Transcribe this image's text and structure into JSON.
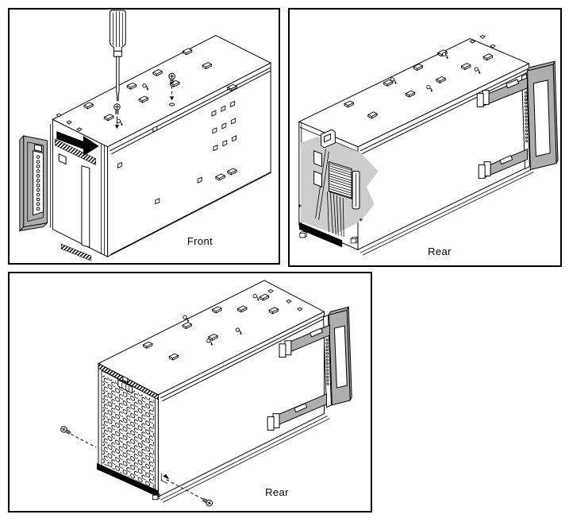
{
  "figure": {
    "description": "Three-panel isometric hardware illustration of a drive enclosure",
    "panels": [
      {
        "label": "Front"
      },
      {
        "label": "Rear"
      },
      {
        "label": "Rear"
      }
    ],
    "icons": [
      "screwdriver-icon",
      "screw-icon",
      "insert-arrow-icon",
      "screw-hole-arrow-icon"
    ],
    "colors": {
      "line": "#000000",
      "background": "#ffffff",
      "gray_part": "#adadad",
      "interior_shade": "#cdcdcd"
    }
  }
}
